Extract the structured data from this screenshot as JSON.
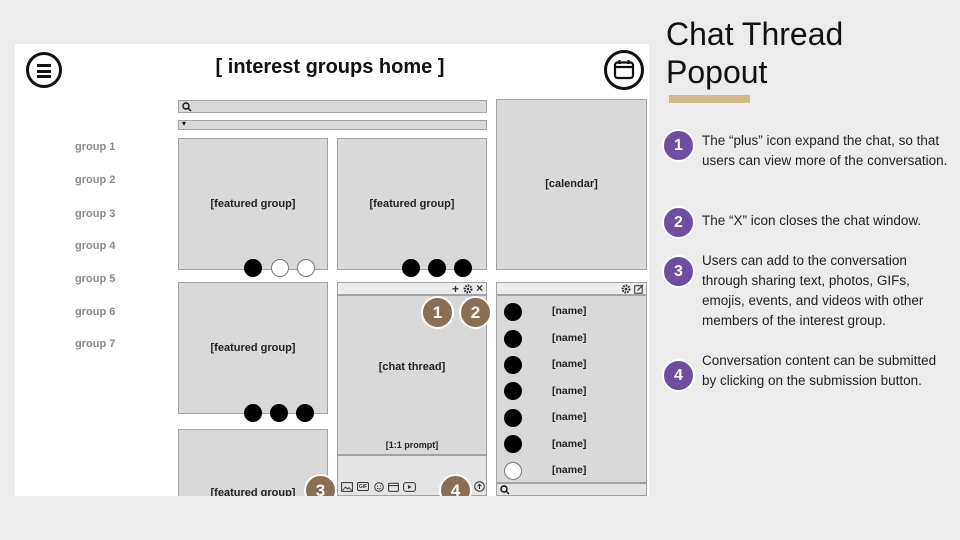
{
  "header": {
    "title": "[ interest groups home ]"
  },
  "sidebar": {
    "groups": [
      "group 1",
      "group 2",
      "group 3",
      "group 4",
      "group 5",
      "group 6",
      "group 7"
    ]
  },
  "search": {
    "dropdown_caret": "▾"
  },
  "featured": {
    "label": "[featured group]"
  },
  "calendar": {
    "label": "[calendar]"
  },
  "chat": {
    "thread_label": "[chat thread]",
    "prompt_label": "[1:1 prompt]",
    "expand_glyph": "+",
    "close_glyph": "×",
    "gif_label": "GIF"
  },
  "members": {
    "names": [
      "[name]",
      "[name]",
      "[name]",
      "[name]",
      "[name]",
      "[name]",
      "[name]"
    ]
  },
  "callouts": {
    "n1": "1",
    "n2": "2",
    "n3": "3",
    "n4": "4"
  },
  "panel": {
    "title_line1": "Chat Thread",
    "title_line2": "Popout",
    "accent_color": "#d1b98a",
    "items": [
      {
        "num": "1",
        "text": "The “plus” icon expand the chat, so that users can view more of the conversation."
      },
      {
        "num": "2",
        "text": "The “X” icon closes the chat window."
      },
      {
        "num": "3",
        "text": "Users can add to the conversation through sharing text, photos, GIFs, emojis, events, and videos with other members of the interest group."
      },
      {
        "num": "4",
        "text": "Conversation content can be submitted by clicking on the submission button."
      }
    ]
  }
}
